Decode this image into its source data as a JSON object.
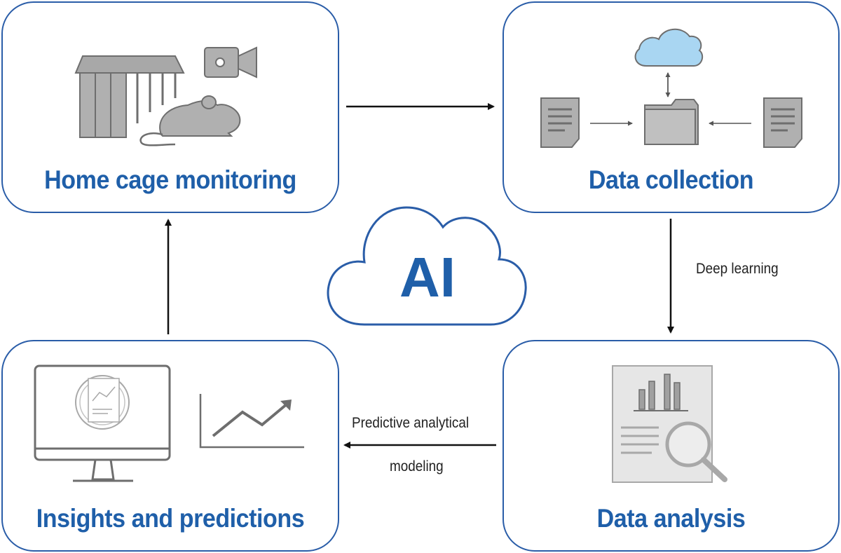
{
  "boxes": {
    "home_cage": "Home cage monitoring",
    "data_collection": "Data collection",
    "insights": "Insights and predictions",
    "data_analysis": "Data analysis"
  },
  "center": {
    "label": "AI"
  },
  "arrows": {
    "collection_to_analysis": "Deep learning",
    "analysis_to_insights_line1": "Predictive analytical",
    "analysis_to_insights_line2": "modeling"
  },
  "colors": {
    "accent": "#1f5fa9",
    "border": "#2a5da8",
    "icon_gray": "#a8a8a8",
    "icon_dark": "#6e6e6e",
    "cloud_fill": "#a9d6f2"
  }
}
